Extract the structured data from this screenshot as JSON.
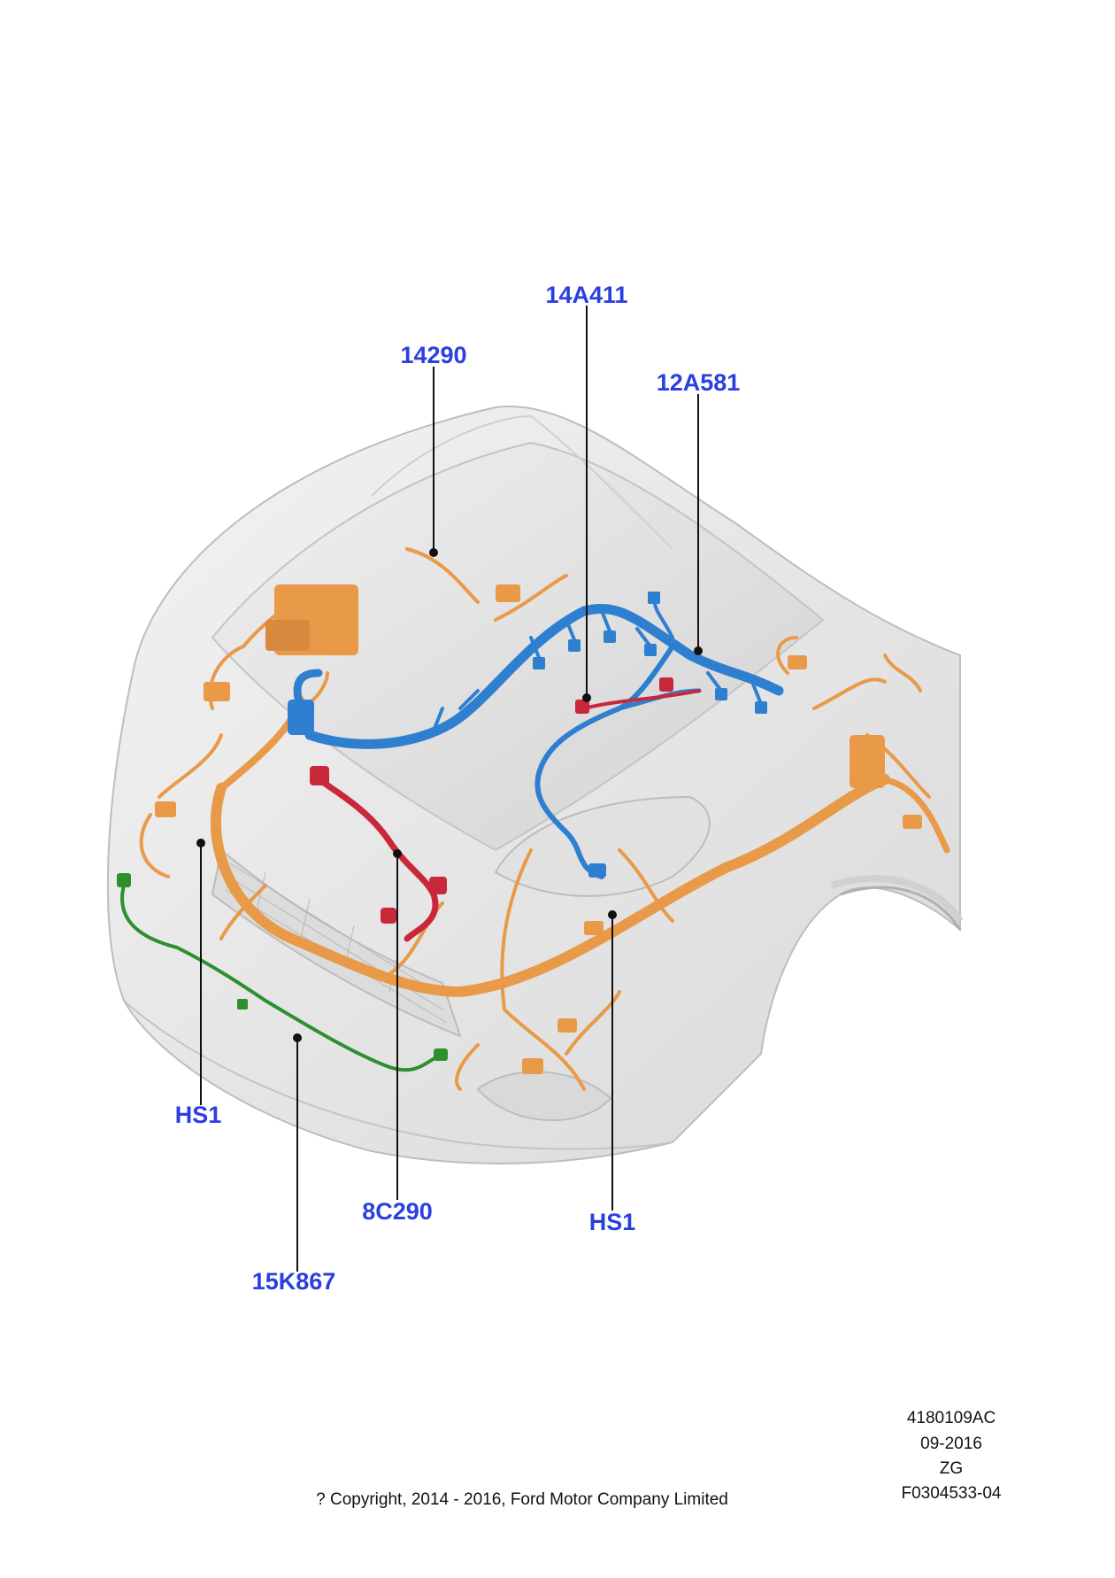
{
  "callouts": [
    {
      "id": "14290",
      "label": "14290"
    },
    {
      "id": "14A411",
      "label": "14A411"
    },
    {
      "id": "12A581",
      "label": "12A581"
    },
    {
      "id": "HS1-left",
      "label": "HS1"
    },
    {
      "id": "8C290",
      "label": "8C290"
    },
    {
      "id": "HS1-right",
      "label": "HS1"
    },
    {
      "id": "15K867",
      "label": "15K867"
    }
  ],
  "meta": {
    "ref_code": "4180109AC",
    "date": "09-2016",
    "variant": "ZG",
    "figure_id": "F0304533-04"
  },
  "copyright": "? Copyright, 2014 - 2016, Ford Motor Company Limited",
  "colors": {
    "label_blue": "#2b3fe0",
    "harness_orange": "#e89a48",
    "harness_blue": "#2f7fd0",
    "harness_red": "#c8283a",
    "harness_green": "#2e8f2e",
    "body_gray": "#e9e9e9"
  }
}
